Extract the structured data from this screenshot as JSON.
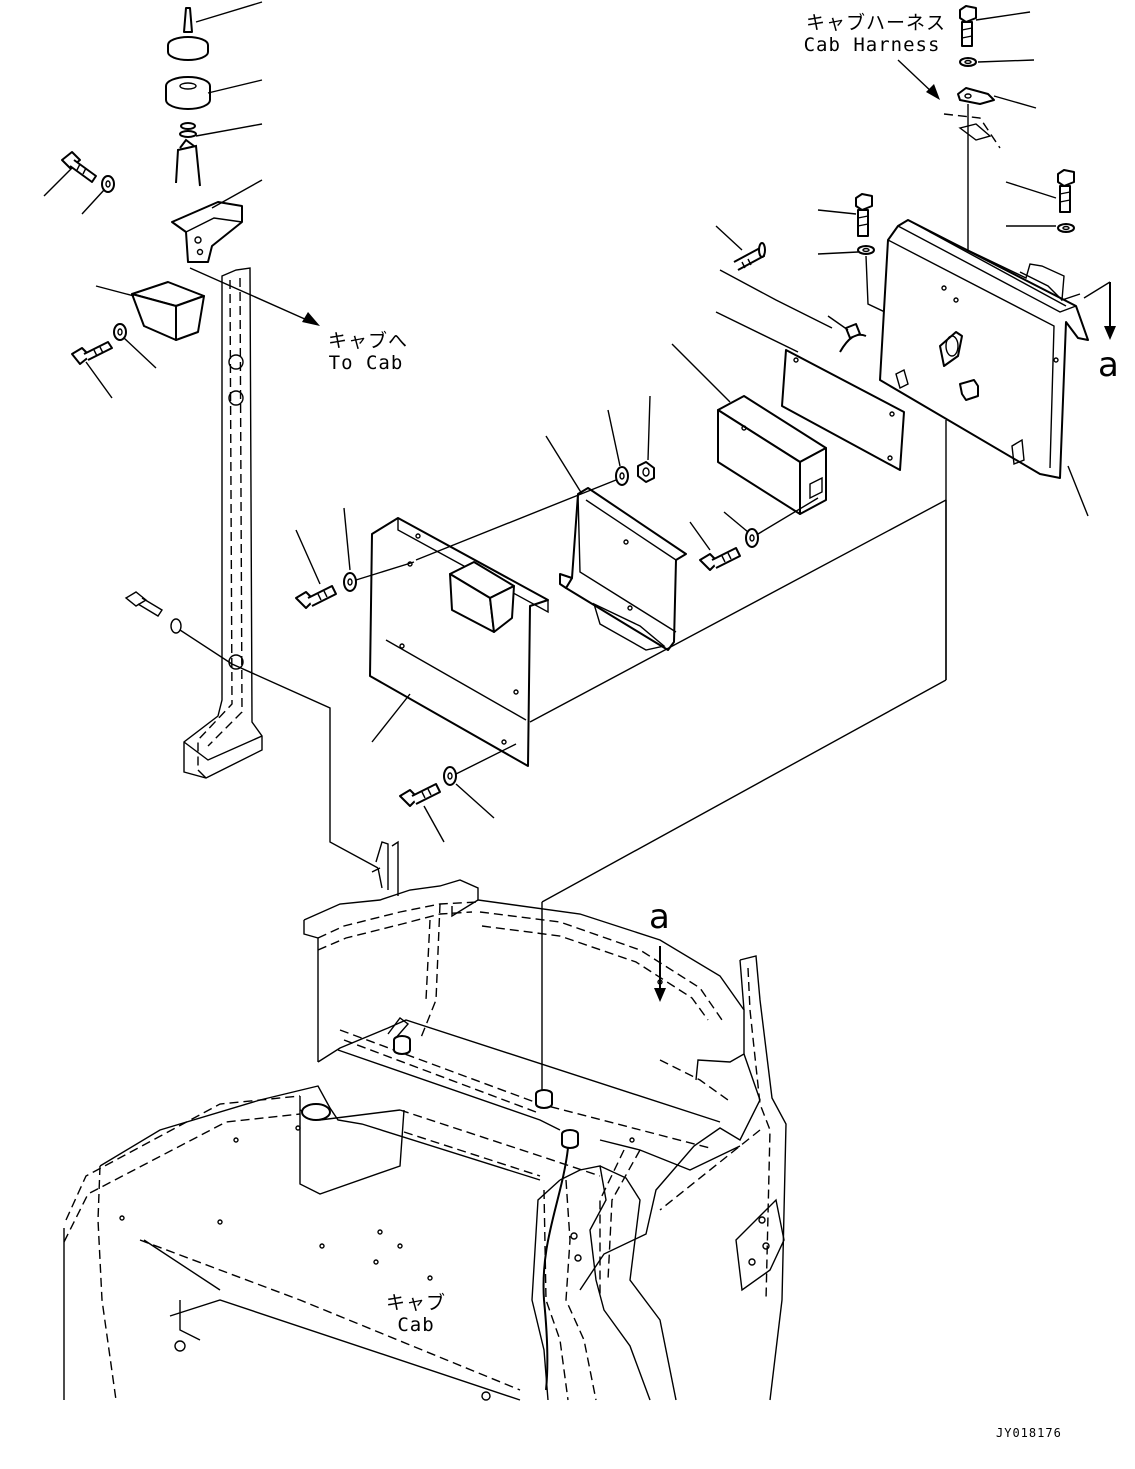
{
  "labels": {
    "cab_harness_jp": "キャブハーネス",
    "cab_harness_en": "Cab Harness",
    "to_cab_jp": "キャブへ",
    "to_cab_en": "To Cab",
    "cab_jp": "キャブ",
    "cab_en": "Cab",
    "view_arrow_a": "a",
    "drawing_code": "JY018176"
  }
}
